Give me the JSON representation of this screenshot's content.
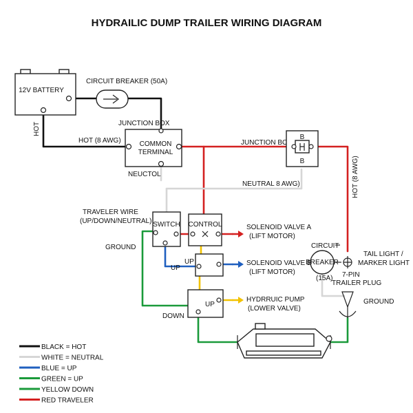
{
  "title": "HYDRAILIC DUMP TRAILER WIRING DIAGRAM",
  "colors": {
    "hot": "#111111",
    "neutral": "#d6d6d6",
    "up": "#1f5fbf",
    "down": "#1a9a3a",
    "yellow": "#f2c200",
    "traveler": "#d42020"
  },
  "labels": {
    "battery": "12V BATTERY",
    "circuit_breaker_top": "CIRCUIT BREAKER (50A)",
    "hot_vertical": "HOT",
    "junction_box_left": "JUNCTION BOX",
    "hot_8awg": "HOT (8 AWG)",
    "common": "COMMON",
    "terminal": "TERMINAL",
    "neutral_left": "NEUCTOL",
    "junction_box_right": "JUNCTION BOX",
    "jb_right_top": "B",
    "jb_right_bottom": "B",
    "neutral_8awg": "NEUTRAL 8 AWG)",
    "hot_8awg_vertical": "HOT (8 AWG)",
    "traveler_wire_1": "TRAVELER WIRE",
    "traveler_wire_2": "(UP/DOWN/NEUTRAL)",
    "switch": "SWITCH",
    "control": "CONTROL",
    "ground_left": "GROUND",
    "up_left": "UP",
    "up_mid": "UP",
    "down": "DOWN",
    "pump_up": "UP",
    "solenoid_a_1": "SOLENOID VALVE A",
    "solenoid_a_2": "(LIFT MOTOR)",
    "solenoid_b_1": "SOLENOID VALVE B",
    "solenoid_b_2": "(LIFT MOTOR)",
    "pump_1": "HYDRRUIC PUMP",
    "pump_2": "(LOWER VALVE)",
    "circuit_right": "CIRCUIT",
    "breaker_right": "BREAKER",
    "breaker_amp": "(15A)",
    "tail_light_1": "TAIL LIGHT /",
    "tail_light_2": "MARKER LIGHT",
    "plug_1": "7-PIN",
    "plug_2": "TRAILER PLUG",
    "ground_right": "GROUND"
  },
  "legend": [
    {
      "text": "BLACK = HOT",
      "color": "#111111"
    },
    {
      "text": "WHITE = NEUTRAL",
      "color": "#d6d6d6"
    },
    {
      "text": "BLUE = UP",
      "color": "#1f5fbf"
    },
    {
      "text": "GREEN = UP",
      "color": "#1a9a3a"
    },
    {
      "text": "YELLOW DOWN",
      "color": "#1a9a3a"
    },
    {
      "text": "RED TRAVELER",
      "color": "#d42020"
    }
  ]
}
